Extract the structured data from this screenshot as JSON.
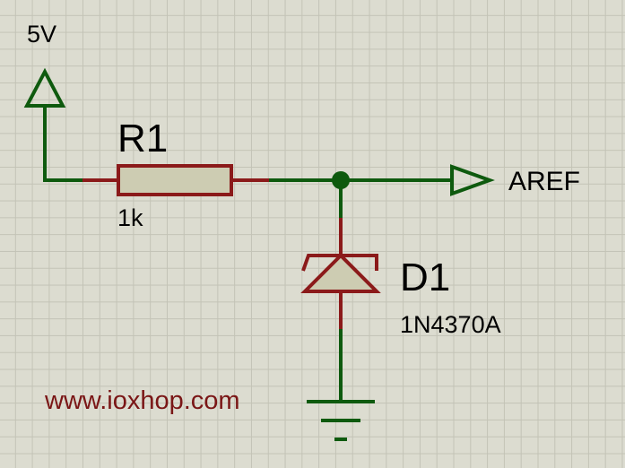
{
  "power_terminal": {
    "label": "5V"
  },
  "resistor": {
    "designator": "R1",
    "value": "1k"
  },
  "output_terminal": {
    "label": "AREF"
  },
  "zener_diode": {
    "designator": "D1",
    "part_number": "1N4370A"
  },
  "watermark": {
    "text": "www.ioxhop.com"
  },
  "colors": {
    "background": "#dcdcd0",
    "grid": "#c3c3b6",
    "wire": "#0e5a0e",
    "pin": "#8b1a1a",
    "component_fill": "#cdccb2",
    "watermark": "#7a1616"
  }
}
